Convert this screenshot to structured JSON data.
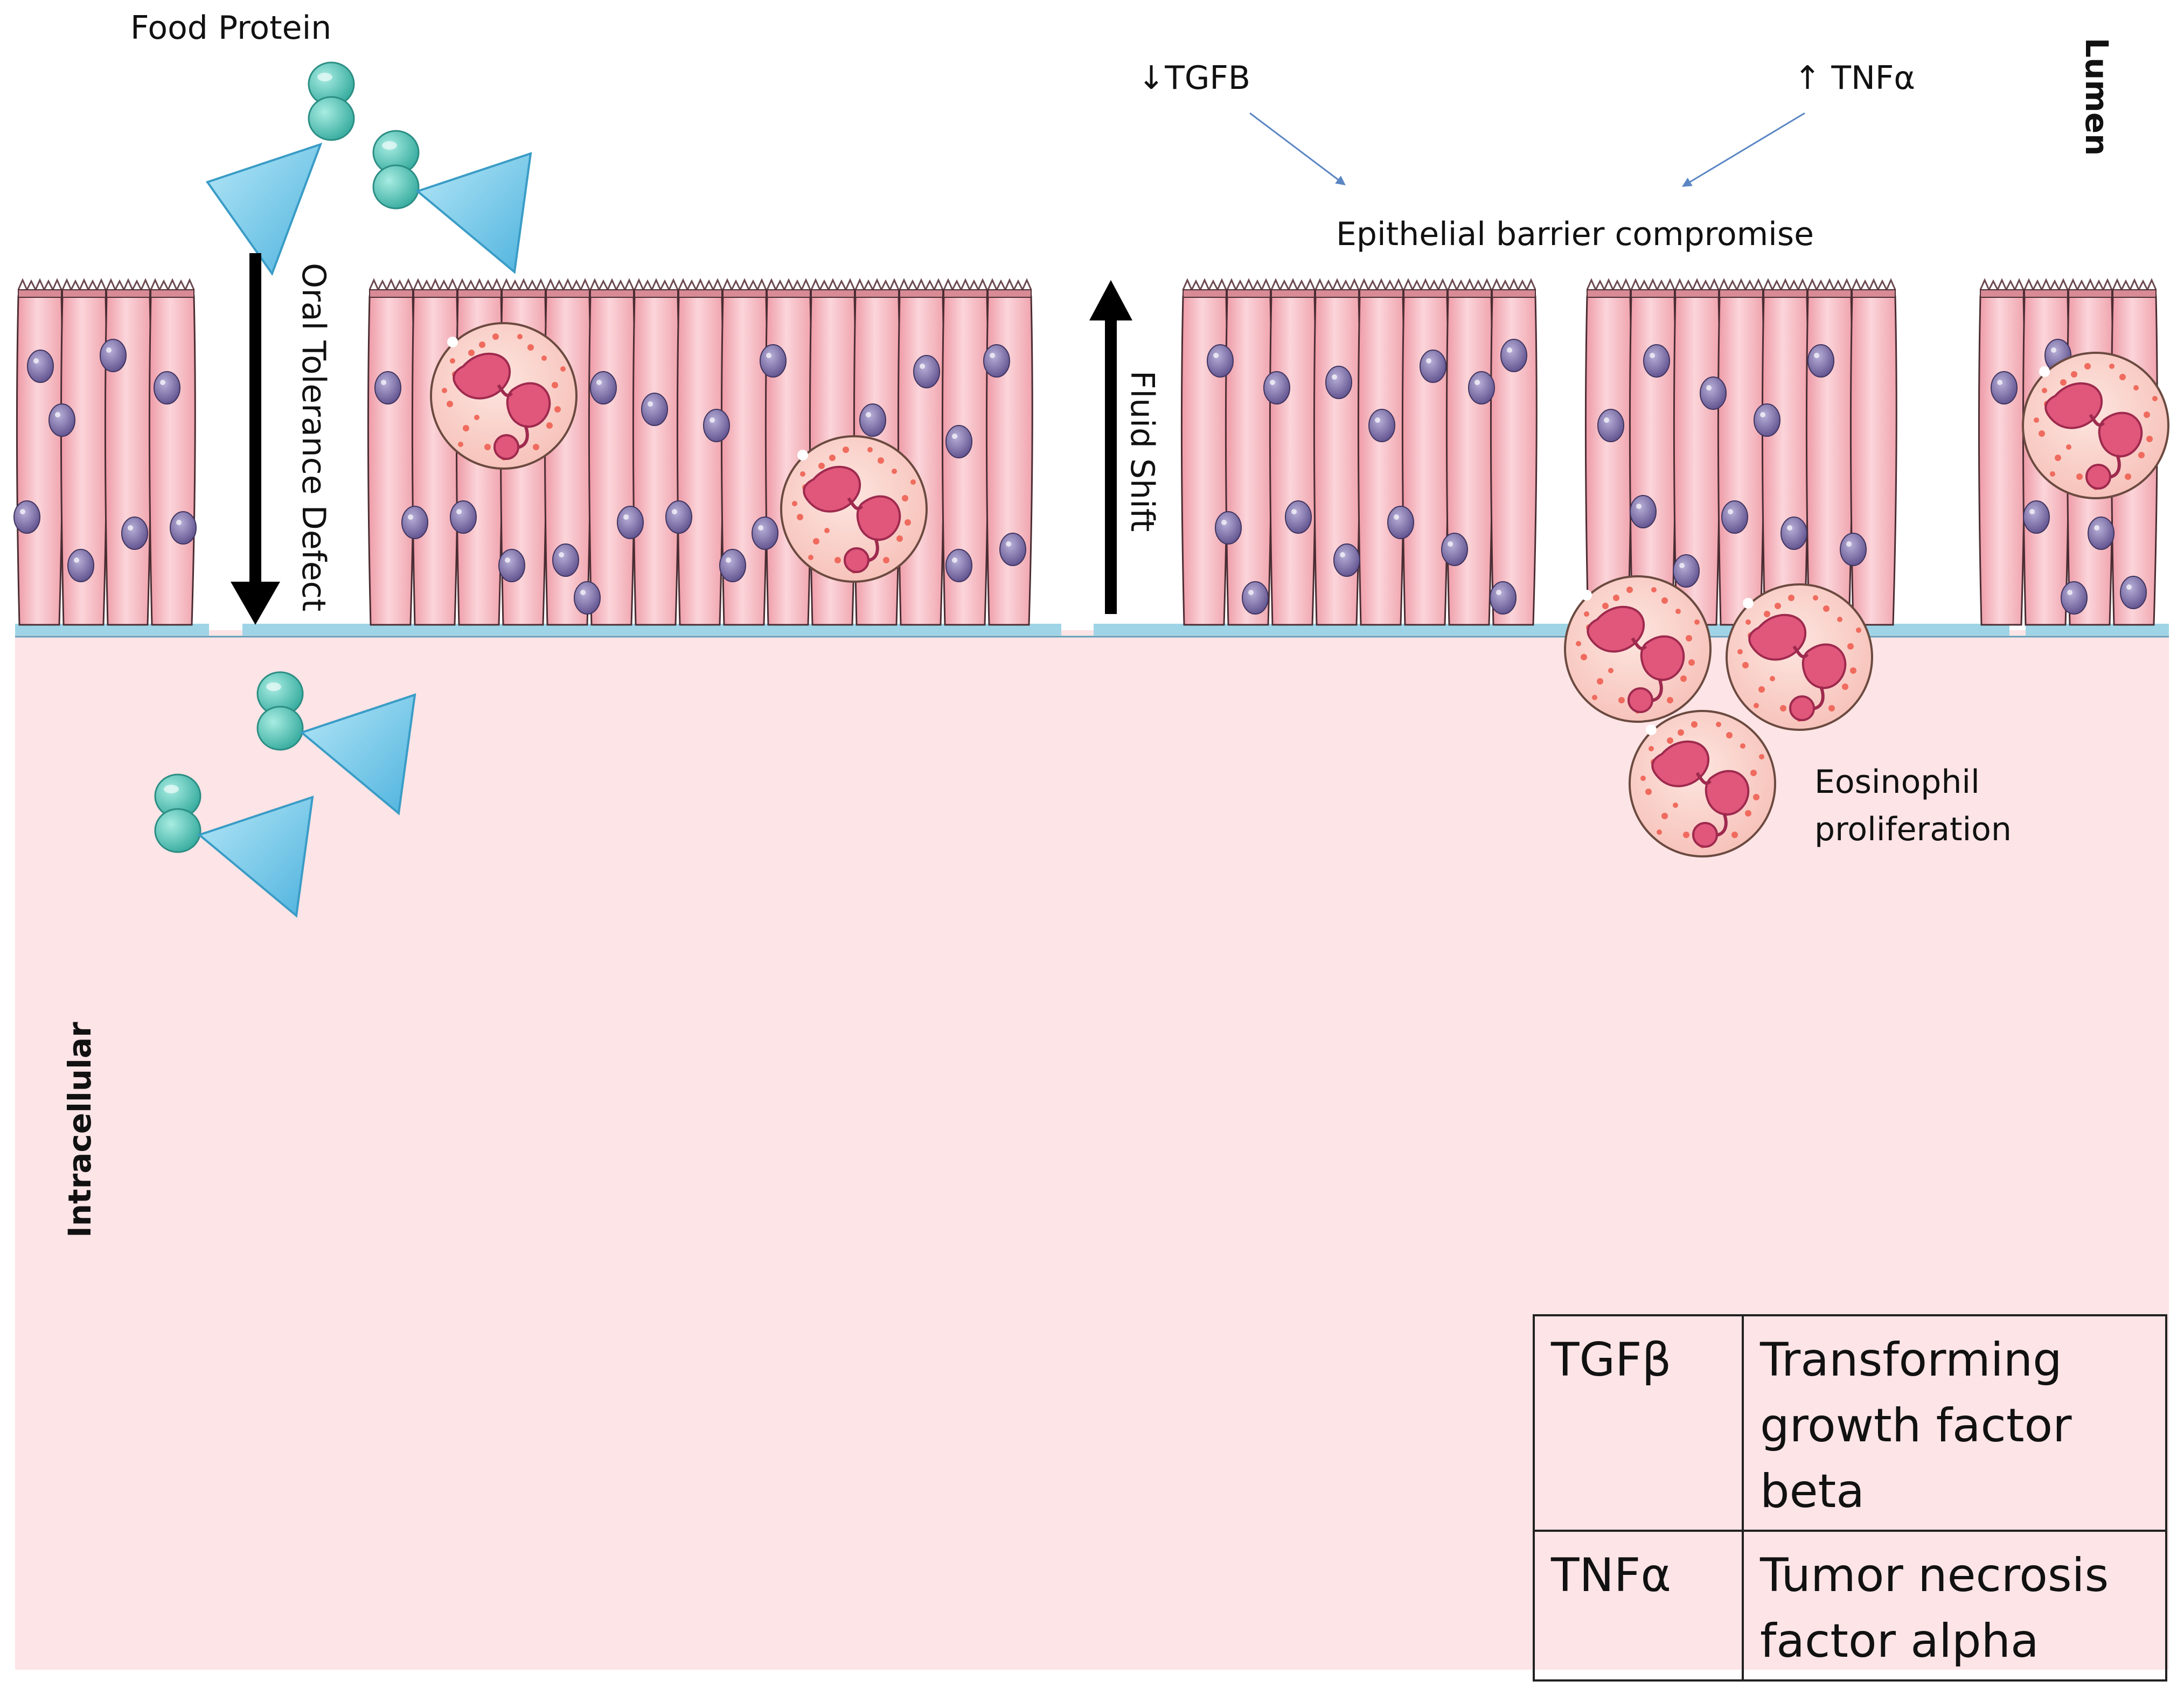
{
  "labels": {
    "food_protein": "Food Protein",
    "tgfb_down": "↓TGFB",
    "tnfa_up": "↑ TNFα",
    "lumen": "Lumen",
    "barrier": "Epithelial barrier compromise",
    "oral_tolerance": "Oral Tolerance Defect",
    "fluid_shift": "Fluid Shift",
    "eosinophil_1": "Eosinophil",
    "eosinophil_2": "proliferation",
    "intracellular": "Intracellular"
  },
  "glossary": {
    "rows": [
      {
        "abbr": "TGFβ",
        "definition": [
          "Transforming",
          "growth factor",
          "beta"
        ]
      },
      {
        "abbr": "TNFα",
        "definition": [
          "Tumor necrosis",
          "factor alpha"
        ]
      }
    ]
  },
  "colors": {
    "tissue_bg": "#fde4e6",
    "cell_fill": "#f6c6cc",
    "cell_stroke": "#5a3a40",
    "nucleus": "#7b6fa6",
    "basement": "#9fd4e6",
    "protein_bead": "#4fc4b4",
    "protein_triangle": "#7cd0ee",
    "eosinophil_fill": "#fbd3cf",
    "eosinophil_granule": "#ef6b5e",
    "eosinophil_nucleus": "#d9466f",
    "arrow_blue": "#5b86c4"
  }
}
